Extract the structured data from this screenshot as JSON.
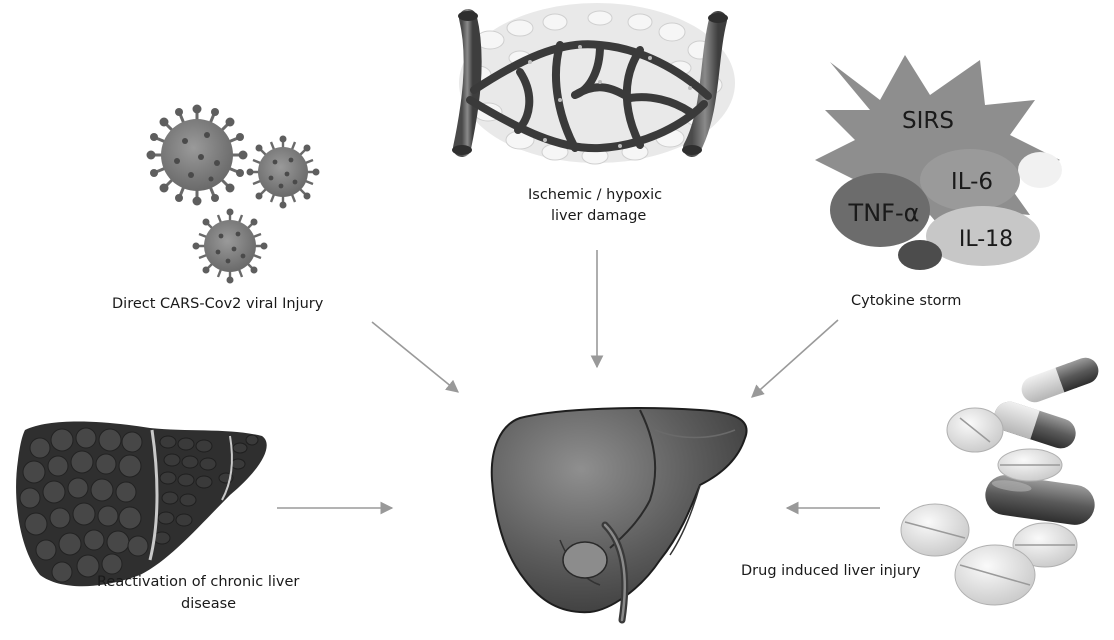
{
  "labels": {
    "viral": "Direct CARS-Cov2 viral Injury",
    "ischemic_line1": "Ischemic / hypoxic",
    "ischemic_line2": "liver damage",
    "cytokine": "Cytokine storm",
    "chronic_line1": "Reactivation of chronic liver",
    "chronic_line2": "disease",
    "drug": "Drug induced liver injury"
  },
  "cytokine_cloud": {
    "sirs": "SIRS",
    "il6": "IL-6",
    "tnf": "TNF-α",
    "il18": "IL-18"
  }
}
